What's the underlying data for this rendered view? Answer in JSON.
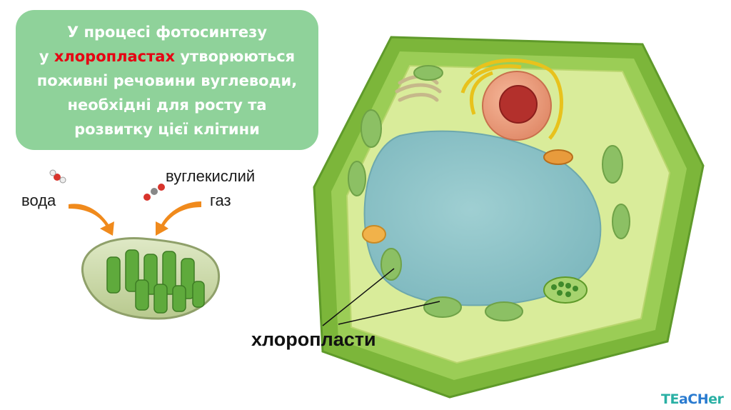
{
  "callout": {
    "line1": "У процесі фотосинтезу",
    "line2_pre": "у ",
    "line2_highlight": "хлоропластах",
    "line2_post": " утворюються",
    "line3": "поживні речовини вуглеводи,",
    "line4": "необхідні для росту та",
    "line5": "розвитку цієї клітини",
    "background": "#8fd29a",
    "highlight_color": "#e60012"
  },
  "inputs": {
    "water_label": "вода",
    "co2_label_line1": "вуглекислий",
    "co2_label_line2": "газ"
  },
  "cell_label": "хлоропласти",
  "logo": {
    "part1": "TE",
    "part2": "aCH",
    "part3": "er"
  },
  "colors": {
    "cell_wall": "#7cb63a",
    "cytoplasm": "#d9ec9a",
    "vacuole": "#8ec5c9",
    "chloroplast": "#8cc064",
    "arrow": "#f08a1c"
  }
}
